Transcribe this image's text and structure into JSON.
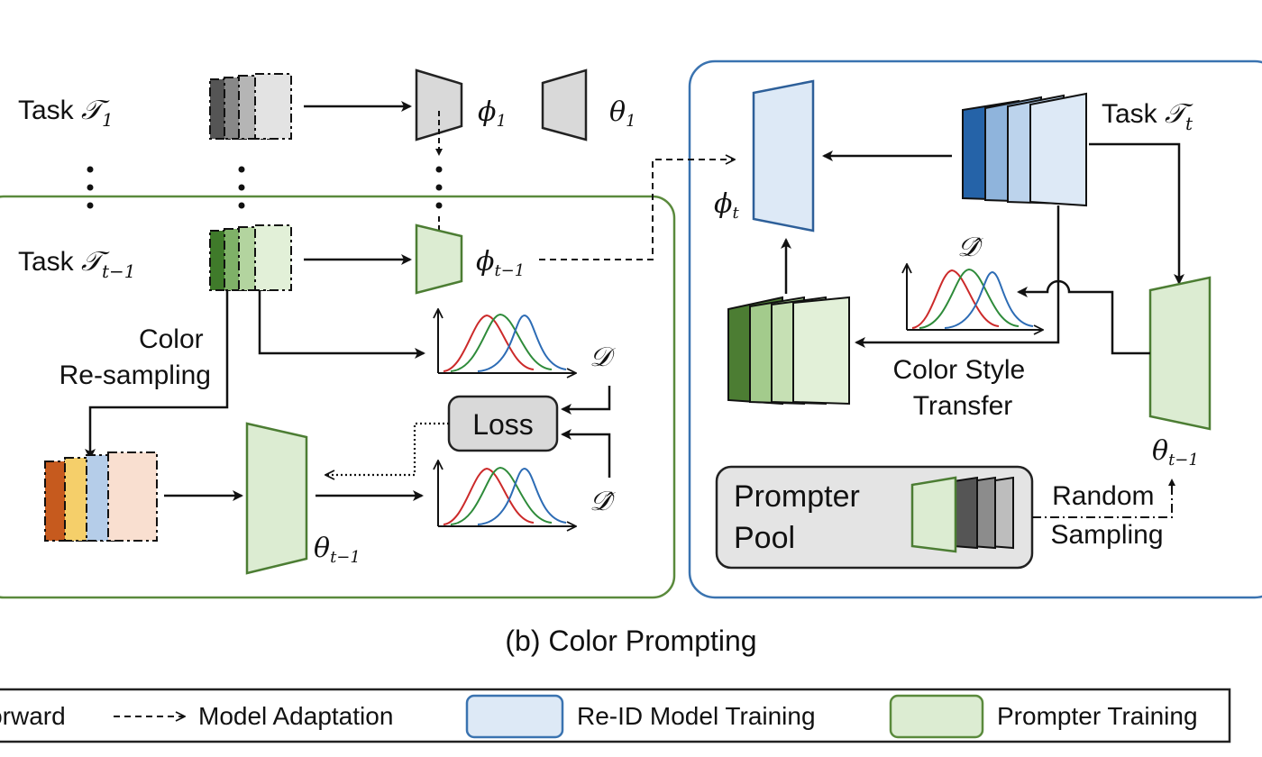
{
  "caption": "(b) Color Prompting",
  "tasks": {
    "t1": {
      "prefix": "Task ",
      "sym": "𝒯",
      "sub": "1"
    },
    "tm1": {
      "prefix": "Task ",
      "sym": "𝒯",
      "sub": "t−1"
    },
    "t": {
      "prefix": "Task ",
      "sym": "𝒯",
      "sub": "t"
    }
  },
  "models": {
    "phi1": {
      "sym": "ϕ",
      "sub": "1"
    },
    "theta1": {
      "sym": "θ",
      "sub": "1"
    },
    "phitm1": {
      "sym": "ϕ",
      "sub": "t−1"
    },
    "thetatm1_left": {
      "sym": "θ",
      "sub": "t−1"
    },
    "phit": {
      "sym": "ϕ",
      "sub": "t"
    },
    "thetatm1_right": {
      "sym": "θ",
      "sub": "t−1"
    }
  },
  "labels": {
    "color_resampling": [
      "Color",
      "Re-sampling"
    ],
    "loss": "Loss",
    "dist": "𝒟",
    "dist_hat": "𝒟̂",
    "color_style_transfer": [
      "Color Style",
      "Transfer"
    ],
    "prompter_pool": [
      "Prompter",
      "Pool"
    ],
    "random_sampling": [
      "Random",
      "Sampling"
    ]
  },
  "legend": {
    "forward": "Forward",
    "adaptation": "Model Adaptation",
    "reid": "Re-ID Model Training",
    "prompter": "Prompter Training"
  },
  "colors": {
    "green_border": "#5a8a3c",
    "blue_border": "#3a73b0",
    "green_fill": "#dcecd2",
    "blue_fill": "#dde9f6",
    "gray_fill": "#d9d9d9",
    "curve_red": "#cc2a2a",
    "curve_green": "#2e8b3a",
    "curve_blue": "#2d6cb5"
  }
}
